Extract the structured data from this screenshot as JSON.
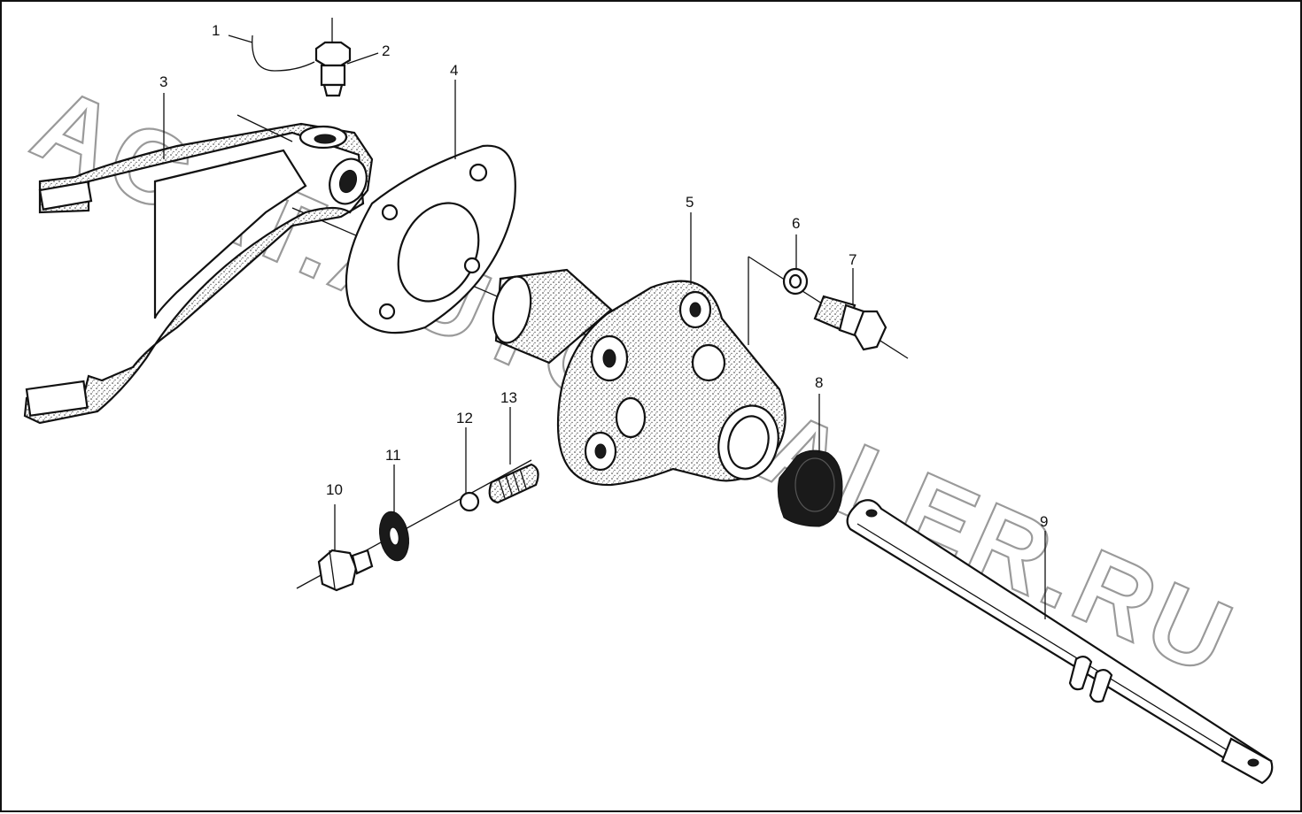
{
  "watermark": "ACAT.AUTODEALER.RU",
  "callouts": [
    {
      "id": "1",
      "label": "1"
    },
    {
      "id": "2",
      "label": "2"
    },
    {
      "id": "3",
      "label": "3"
    },
    {
      "id": "4",
      "label": "4"
    },
    {
      "id": "5",
      "label": "5"
    },
    {
      "id": "6",
      "label": "6"
    },
    {
      "id": "7",
      "label": "7"
    },
    {
      "id": "8",
      "label": "8"
    },
    {
      "id": "9",
      "label": "9"
    },
    {
      "id": "10",
      "label": "10"
    },
    {
      "id": "11",
      "label": "11"
    },
    {
      "id": "12",
      "label": "12"
    },
    {
      "id": "13",
      "label": "13"
    }
  ]
}
